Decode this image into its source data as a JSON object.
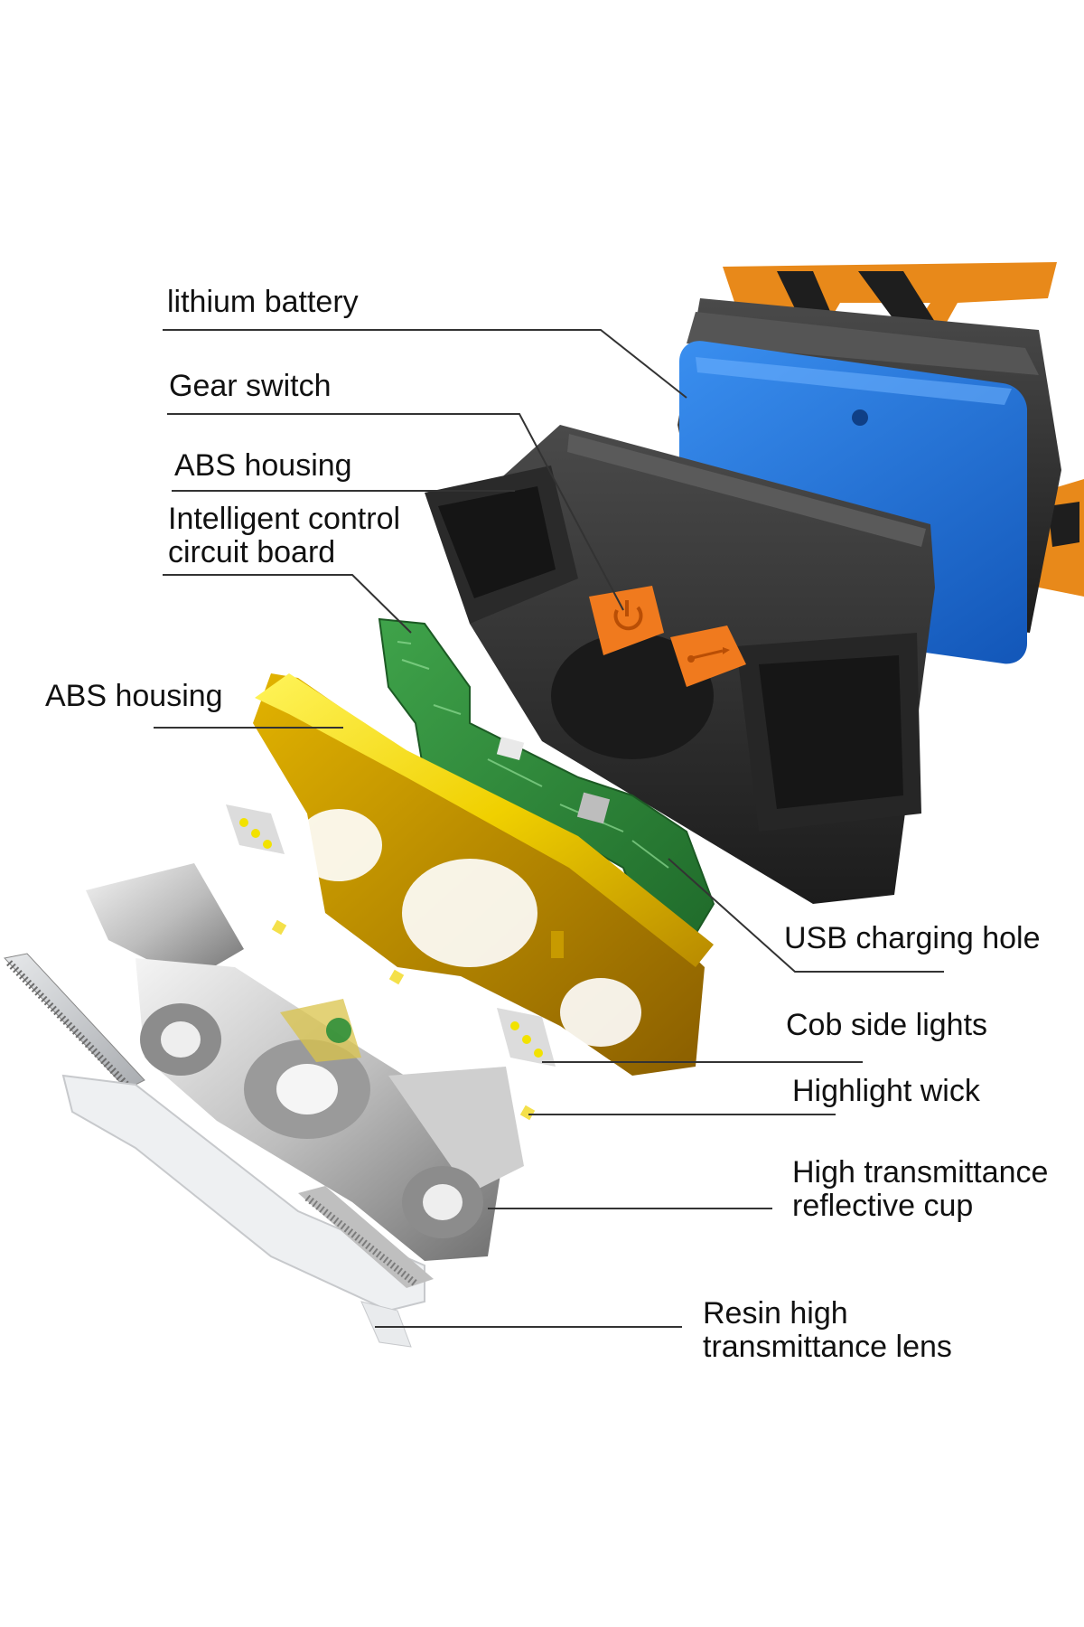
{
  "labels": {
    "lithium_battery": "lithium battery",
    "gear_switch": "Gear switch",
    "abs_housing_top": "ABS housing",
    "control_board_line1": "Intelligent control",
    "control_board_line2": "circuit board",
    "abs_housing_mid": "ABS housing",
    "usb_charging_hole": "USB charging hole",
    "cob_side_lights": "Cob side lights",
    "highlight_wick": "Highlight wick",
    "reflective_cup_line1": "High transmittance",
    "reflective_cup_line2": "reflective cup",
    "lens_line1": "Resin high",
    "lens_line2": "transmittance lens"
  },
  "colors": {
    "battery": "#1f6fd6",
    "housing": "#2b2b2b",
    "switch": "#f07a1e",
    "circuit_board": "#2f8a3a",
    "gold_housing": "#f2d400",
    "strap": "#e8891a",
    "leader_line": "#333333"
  },
  "icons": [
    "power-icon",
    "usb-icon"
  ]
}
